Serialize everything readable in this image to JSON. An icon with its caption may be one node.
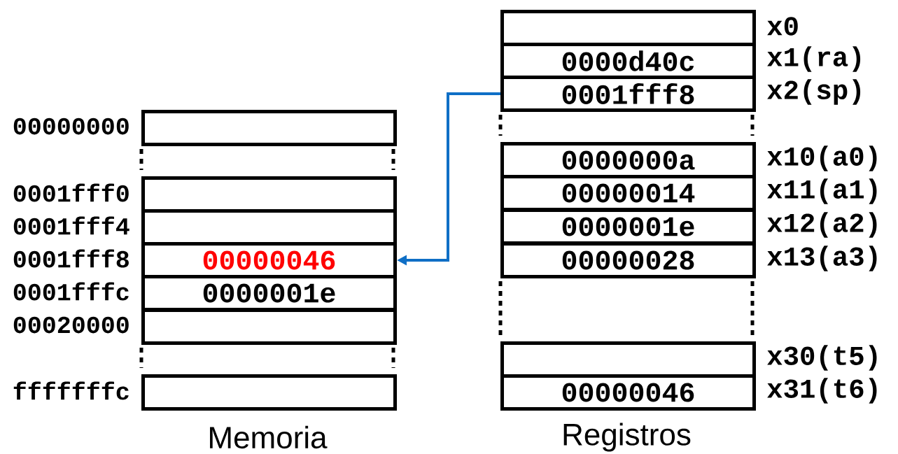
{
  "diagram": {
    "nodes": [
      {
        "text": [],
        "shape": "box",
        "beside": [
          "00000000"
        ]
      },
      {
        "text": [],
        "shape": "box",
        "beside": [
          "0001fff0"
        ]
      },
      {
        "text": [],
        "shape": "box",
        "beside": [
          "0001fff4"
        ]
      },
      {
        "text": [
          "00000046"
        ],
        "beside": [
          "0001fff8"
        ]
      },
      {
        "text": [
          "0000001e"
        ],
        "beside": [
          "0001fffc"
        ]
      },
      {
        "text": [],
        "shape": "box",
        "beside": [
          "00020000"
        ]
      },
      {
        "text": [],
        "shape": "box",
        "beside": [
          "fffffffc"
        ]
      },
      {
        "text": [],
        "shape": "box",
        "beside": [
          "x0"
        ]
      },
      {
        "text": [
          "0000d40c"
        ],
        "beside": [
          "x1(ra)"
        ]
      },
      {
        "text": [
          "0001fff8"
        ],
        "beside": [
          "x2(sp)"
        ]
      },
      {
        "text": [
          "0000000a"
        ],
        "beside": [
          "x10(a0)"
        ]
      },
      {
        "text": [
          "00000014"
        ],
        "beside": [
          "x11(a1)"
        ]
      },
      {
        "text": [
          "0000001e"
        ],
        "beside": [
          "x12(a2)"
        ]
      },
      {
        "text": [
          "00000028"
        ],
        "beside": [
          "x13(a3)"
        ]
      },
      {
        "text": [],
        "shape": "box",
        "beside": [
          "x30(t5)"
        ]
      },
      {
        "text": [
          "00000046"
        ],
        "beside": [
          "x31(t6)"
        ]
      }
    ],
    "edges": [
      {
        "from": 9,
        "to": 3,
        "arrow": "to",
        "color": "#0f6fc6"
      }
    ],
    "labels": [
      "Memoria",
      "Registros"
    ]
  }
}
